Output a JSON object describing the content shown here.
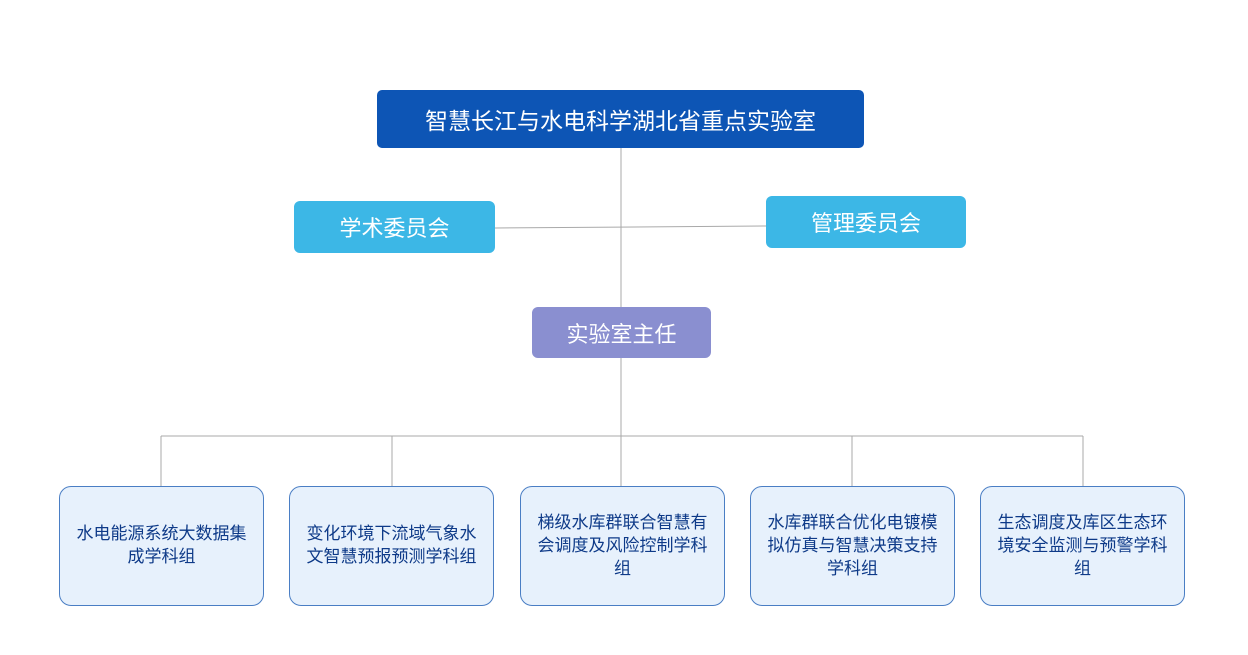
{
  "org": {
    "top": "智慧长江与水电科学湖北省重点实验室",
    "committees": {
      "academic": "学术委员会",
      "management": "管理委员会"
    },
    "director": "实验室主任",
    "groups": [
      "水电能源系统大数据集成学科组",
      "变化环境下流域气象水文智慧预报预测学科组",
      "梯级水库群联合智慧有会调度及风险控制学科组",
      "水库群联合优化电镀模拟仿真与智慧决策支持学科组",
      "生态调度及库区生态环境安全监测与预警学科组"
    ]
  },
  "colors": {
    "top": "#0d55b5",
    "committee": "#3cb7e6",
    "director": "#8a8fd0",
    "group_fill": "#e7f1fc",
    "group_border": "#4a7ec4",
    "line": "#a9a9a9"
  }
}
